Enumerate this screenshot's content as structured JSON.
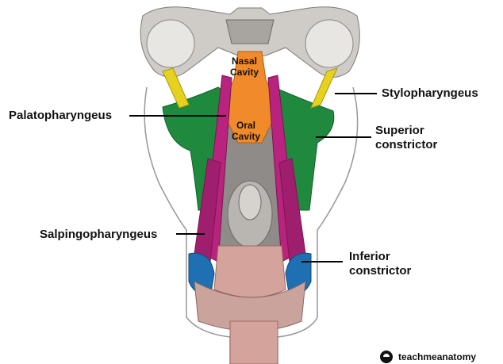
{
  "labels": {
    "nasal_cavity": [
      "Nasal",
      "Cavity"
    ],
    "oral_cavity": [
      "Oral",
      "Cavity"
    ],
    "stylopharyngeus": "Stylopharyngeus",
    "palatopharyngeus": "Palatopharyngeus",
    "superior_constrictor": [
      "Superior",
      "constrictor"
    ],
    "salpingopharyngeus": "Salpingopharyngeus",
    "inferior_constrictor": [
      "Inferior",
      "constrictor"
    ]
  },
  "branding": {
    "text": "teachmeanatomy",
    "icon": "teachmeanatomy-logo-icon"
  },
  "colors": {
    "stylopharyngeus": "#e6d21e",
    "palatopharyngeus": "#b8237e",
    "salpingopharyngeus": "#b8237e",
    "superior_constrictor": "#1f8a3d",
    "inferior_constrictor": "#1f6fb3",
    "oral_region": "#f08a2a",
    "bone": "#c9c6c2",
    "tissue": "#8e8b88",
    "muscle_pink": "#d4a49c"
  }
}
